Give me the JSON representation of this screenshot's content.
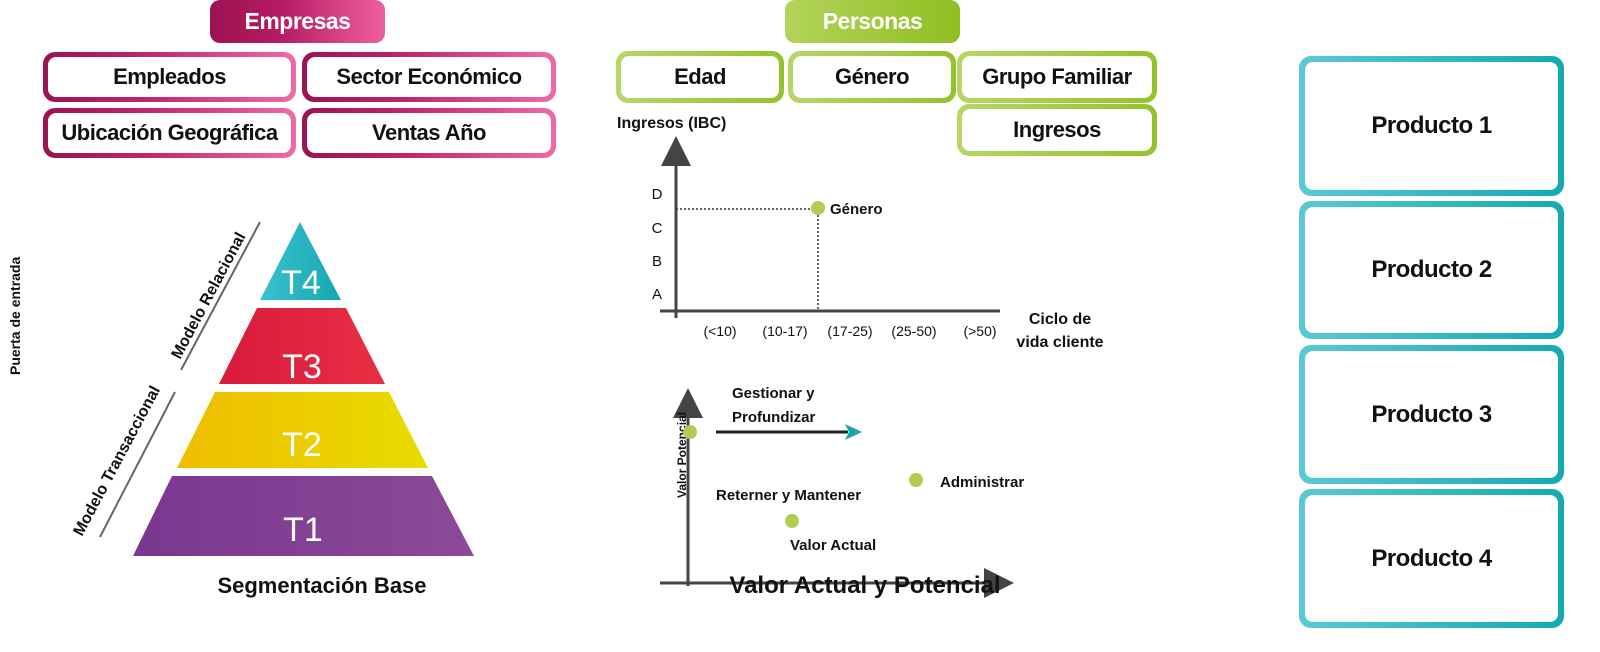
{
  "empresas": {
    "title": "Empresas",
    "boxes": [
      "Empleados",
      "Sector Económico",
      "Ubicación Geográfica",
      "Ventas Año"
    ]
  },
  "personas": {
    "title": "Personas",
    "boxes": [
      "Edad",
      "Género",
      "Grupo Familiar",
      "Ingresos"
    ]
  },
  "productos": [
    "Producto 1",
    "Producto 2",
    "Producto 3",
    "Producto 4"
  ],
  "pyramid": {
    "tiers": [
      "T4",
      "T3",
      "T2",
      "T1"
    ],
    "colors": [
      "#2fb4c4",
      "#e0203e",
      "#efc400",
      "#7d3a8f"
    ],
    "base_label": "Segmentación Base",
    "side_label": "Puerta de entrada",
    "upper_model": "Modelo Relacional",
    "lower_model": "Modelo Transaccional"
  },
  "chart1": {
    "ylabel": "Ingresos (IBC)",
    "yticks": [
      "D",
      "C",
      "B",
      "A"
    ],
    "xticks": [
      "(<10)",
      "(10-17)",
      "(17-25)",
      "(25-50)",
      "(>50)"
    ],
    "xlabel_line1": "Ciclo de",
    "xlabel_line2": "vida cliente",
    "point_label": "Género"
  },
  "chart2": {
    "ylabel": "Valor Potencial",
    "xlabel": "Valor Actual y Potencial",
    "arrow_label_line1": "Gestionar y",
    "arrow_label_line2": "Profundizar",
    "label_administrar": "Administrar",
    "label_retener": "Reterner y Mantener",
    "label_valor_actual": "Valor Actual"
  }
}
